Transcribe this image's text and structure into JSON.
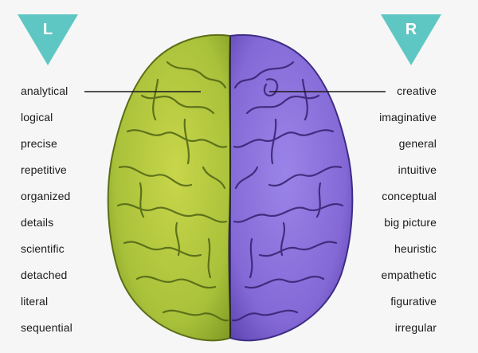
{
  "badges": {
    "left": {
      "letter": "L",
      "color": "#5ec7c4"
    },
    "right": {
      "letter": "R",
      "color": "#5ec7c4"
    }
  },
  "left_hemisphere": {
    "color": "#a9c13a",
    "words": [
      "analytical",
      "logical",
      "precise",
      "repetitive",
      "organized",
      "details",
      "scientific",
      "detached",
      "literal",
      "sequential"
    ]
  },
  "right_hemisphere": {
    "color": "#8469d6",
    "words": [
      "creative",
      "imaginative",
      "general",
      "intuitive",
      "conceptual",
      "big picture",
      "heuristic",
      "empathetic",
      "figurative",
      "irregular"
    ]
  }
}
